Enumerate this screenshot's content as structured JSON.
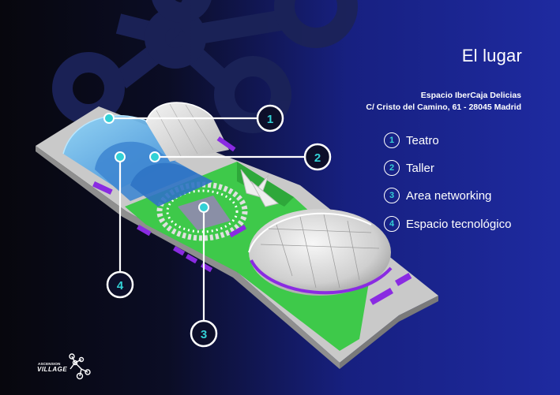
{
  "header": {
    "title": "El lugar",
    "venue": "Espacio IberCaja Delicias",
    "address": "C/ Cristo del Camino, 61 - 28045 Madrid"
  },
  "legend": {
    "items": [
      {
        "number": "1",
        "label": "Teatro"
      },
      {
        "number": "2",
        "label": "Taller"
      },
      {
        "number": "3",
        "label": "Area networking"
      },
      {
        "number": "4",
        "label": "Espacio tecnológico"
      }
    ]
  },
  "map": {
    "markers": [
      {
        "number": "1"
      },
      {
        "number": "2"
      },
      {
        "number": "3"
      },
      {
        "number": "4"
      }
    ]
  },
  "logo": {
    "tagline": "ASCENSION",
    "name": "VILLAGE",
    "icon": "molecule-logo-icon"
  },
  "colors": {
    "accent": "#33d1d6",
    "green": "#3ec94a",
    "purple": "#8a2be2",
    "background_dark": "#07070d",
    "background_blue": "#1e2aa0"
  }
}
